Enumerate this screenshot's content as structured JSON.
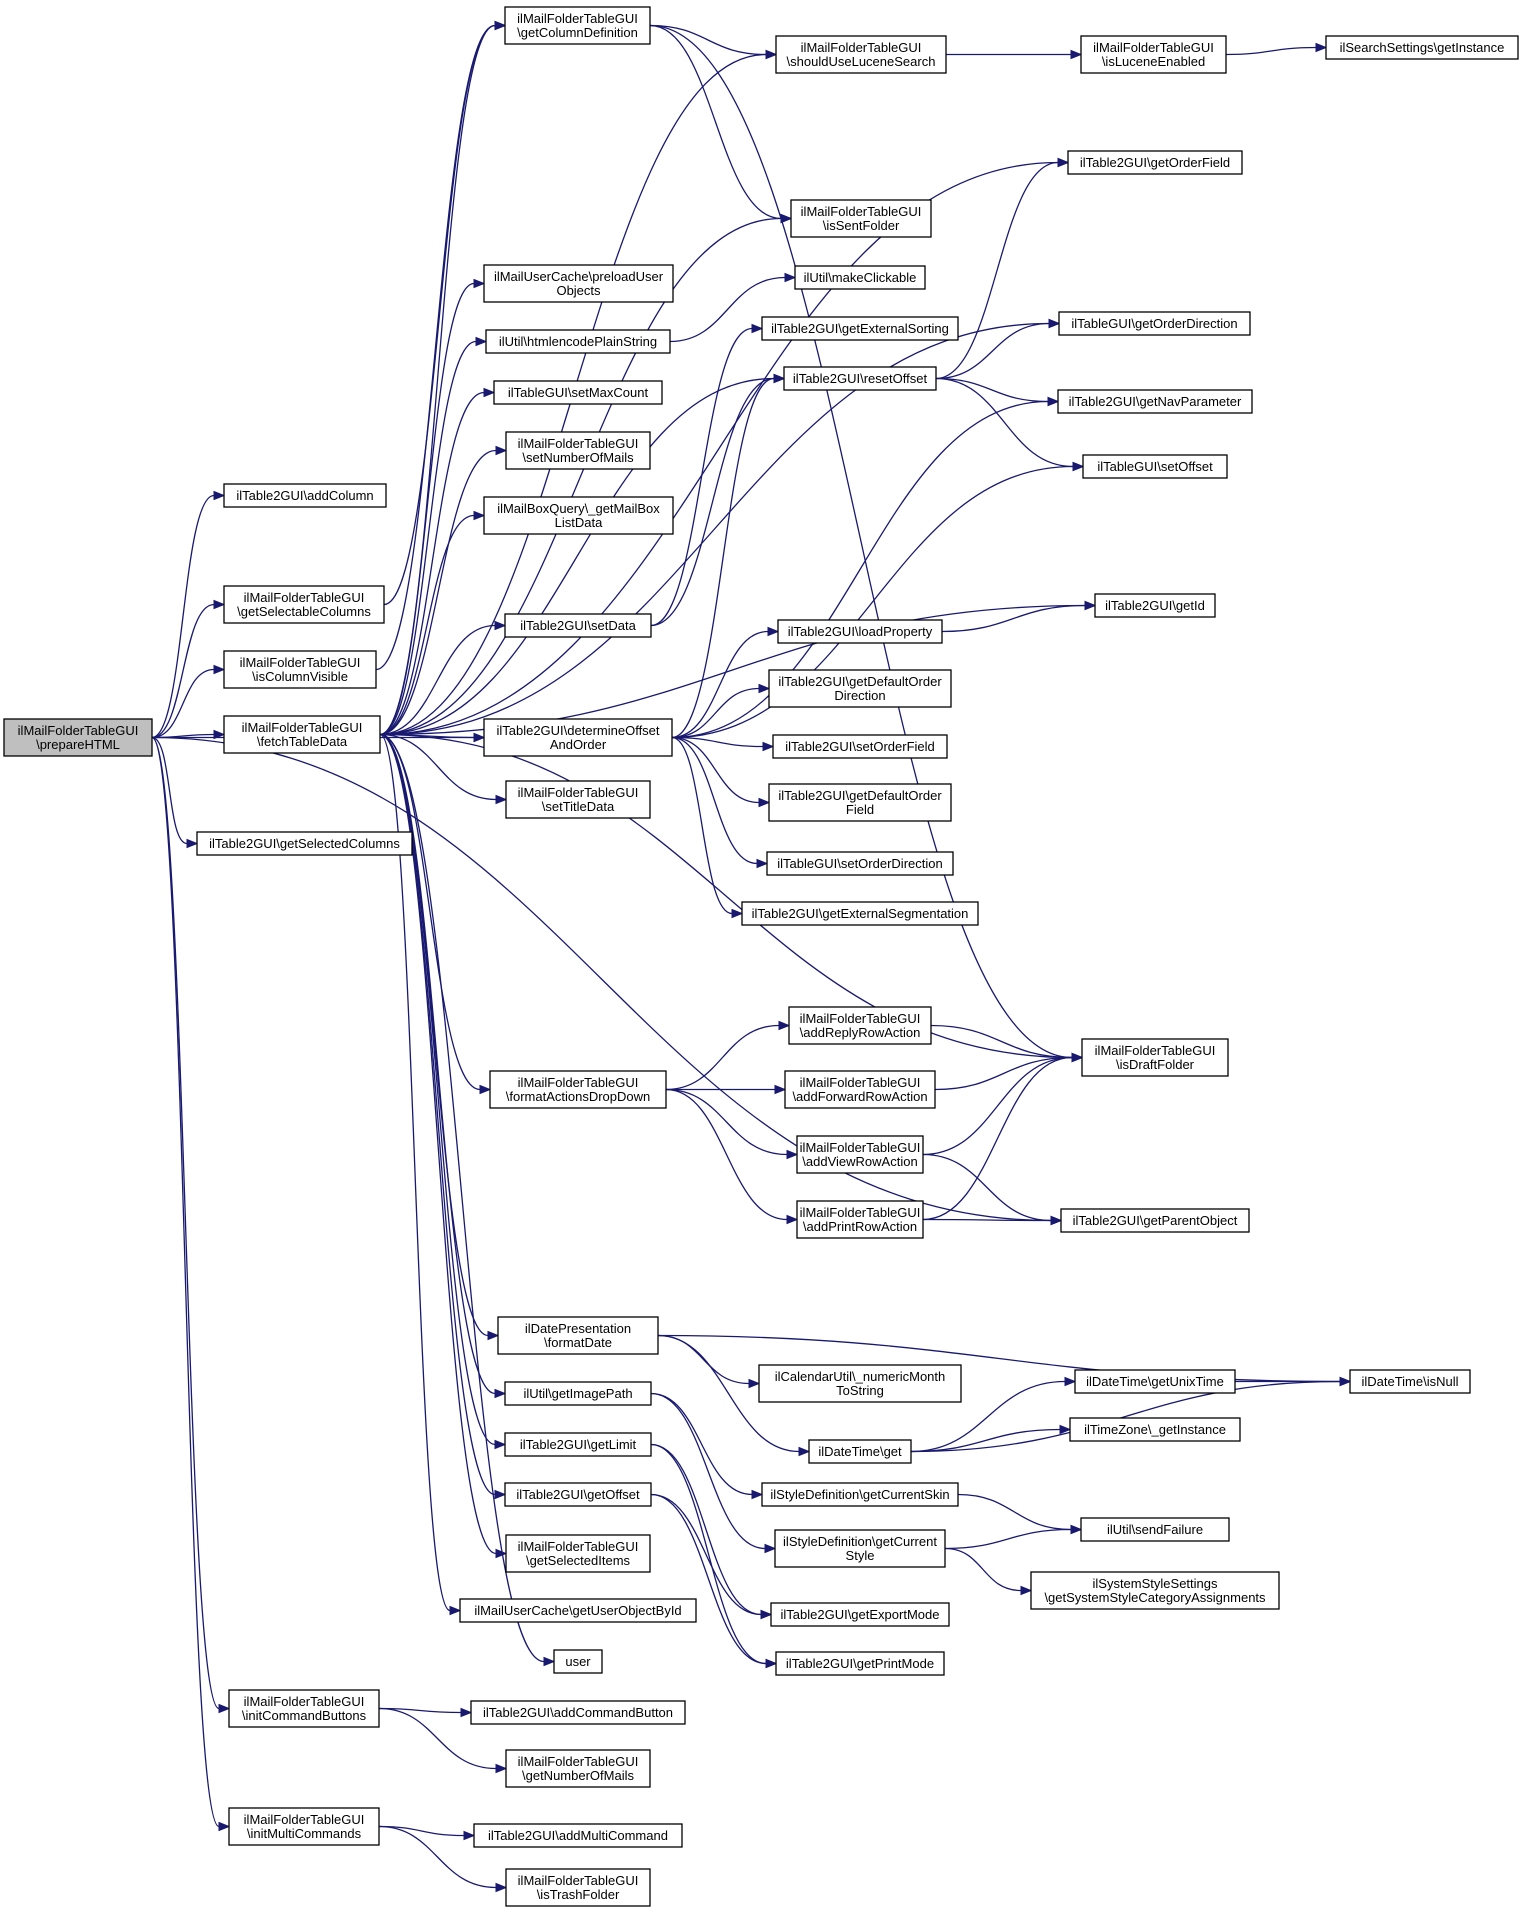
{
  "diagram": {
    "root": "n0",
    "nodes": [
      {
        "id": "n0",
        "lines": [
          "ilMailFolderTableGUI",
          "\\prepareHTML"
        ],
        "root": true
      },
      {
        "id": "n1",
        "lines": [
          "ilTable2GUI\\addColumn"
        ]
      },
      {
        "id": "n2",
        "lines": [
          "ilMailFolderTableGUI",
          "\\getSelectableColumns"
        ]
      },
      {
        "id": "n3",
        "lines": [
          "ilMailFolderTableGUI",
          "\\isColumnVisible"
        ]
      },
      {
        "id": "n4",
        "lines": [
          "ilMailFolderTableGUI",
          "\\fetchTableData"
        ]
      },
      {
        "id": "n5",
        "lines": [
          "ilTable2GUI\\getSelectedColumns"
        ]
      },
      {
        "id": "n6",
        "lines": [
          "ilMailFolderTableGUI",
          "\\initCommandButtons"
        ]
      },
      {
        "id": "n7",
        "lines": [
          "ilMailFolderTableGUI",
          "\\initMultiCommands"
        ]
      },
      {
        "id": "n8",
        "lines": [
          "ilMailFolderTableGUI",
          "\\getColumnDefinition"
        ]
      },
      {
        "id": "n9",
        "lines": [
          "ilMailUserCache\\preloadUser",
          "Objects"
        ]
      },
      {
        "id": "n10",
        "lines": [
          "ilUtil\\htmlencodePlainString"
        ]
      },
      {
        "id": "n11",
        "lines": [
          "ilTableGUI\\setMaxCount"
        ]
      },
      {
        "id": "n12",
        "lines": [
          "ilMailFolderTableGUI",
          "\\setNumberOfMails"
        ]
      },
      {
        "id": "n13",
        "lines": [
          "ilMailBoxQuery\\_getMailBox",
          "ListData"
        ]
      },
      {
        "id": "n14",
        "lines": [
          "ilTable2GUI\\setData"
        ]
      },
      {
        "id": "n15",
        "lines": [
          "ilTable2GUI\\determineOffset",
          "AndOrder"
        ]
      },
      {
        "id": "n16",
        "lines": [
          "ilMailFolderTableGUI",
          "\\setTitleData"
        ]
      },
      {
        "id": "n17",
        "lines": [
          "ilMailFolderTableGUI",
          "\\formatActionsDropDown"
        ]
      },
      {
        "id": "n18",
        "lines": [
          "ilDatePresentation",
          "\\formatDate"
        ]
      },
      {
        "id": "n19",
        "lines": [
          "ilUtil\\getImagePath"
        ]
      },
      {
        "id": "n20",
        "lines": [
          "ilTable2GUI\\getLimit"
        ]
      },
      {
        "id": "n21",
        "lines": [
          "ilTable2GUI\\getOffset"
        ]
      },
      {
        "id": "n22",
        "lines": [
          "ilMailFolderTableGUI",
          "\\getSelectedItems"
        ]
      },
      {
        "id": "n23",
        "lines": [
          "ilMailUserCache\\getUserObjectById"
        ]
      },
      {
        "id": "n24",
        "lines": [
          "user"
        ]
      },
      {
        "id": "n25",
        "lines": [
          "ilTable2GUI\\addCommandButton"
        ]
      },
      {
        "id": "n26",
        "lines": [
          "ilMailFolderTableGUI",
          "\\getNumberOfMails"
        ]
      },
      {
        "id": "n27",
        "lines": [
          "ilTable2GUI\\addMultiCommand"
        ]
      },
      {
        "id": "n28",
        "lines": [
          "ilMailFolderTableGUI",
          "\\isTrashFolder"
        ]
      },
      {
        "id": "n29",
        "lines": [
          "ilMailFolderTableGUI",
          "\\shouldUseLuceneSearch"
        ]
      },
      {
        "id": "n30",
        "lines": [
          "ilMailFolderTableGUI",
          "\\isSentFolder"
        ]
      },
      {
        "id": "n31",
        "lines": [
          "ilUtil\\makeClickable"
        ]
      },
      {
        "id": "n32",
        "lines": [
          "ilTable2GUI\\getExternalSorting"
        ]
      },
      {
        "id": "n33",
        "lines": [
          "ilTable2GUI\\resetOffset"
        ]
      },
      {
        "id": "n34",
        "lines": [
          "ilTable2GUI\\loadProperty"
        ]
      },
      {
        "id": "n35",
        "lines": [
          "ilTable2GUI\\getDefaultOrder",
          "Direction"
        ]
      },
      {
        "id": "n36",
        "lines": [
          "ilTable2GUI\\setOrderField"
        ]
      },
      {
        "id": "n37",
        "lines": [
          "ilTable2GUI\\getDefaultOrder",
          "Field"
        ]
      },
      {
        "id": "n38",
        "lines": [
          "ilTableGUI\\setOrderDirection"
        ]
      },
      {
        "id": "n39",
        "lines": [
          "ilTable2GUI\\getExternalSegmentation"
        ]
      },
      {
        "id": "n40",
        "lines": [
          "ilMailFolderTableGUI",
          "\\addReplyRowAction"
        ]
      },
      {
        "id": "n41",
        "lines": [
          "ilMailFolderTableGUI",
          "\\addForwardRowAction"
        ]
      },
      {
        "id": "n42",
        "lines": [
          "ilMailFolderTableGUI",
          "\\addViewRowAction"
        ]
      },
      {
        "id": "n43",
        "lines": [
          "ilMailFolderTableGUI",
          "\\addPrintRowAction"
        ]
      },
      {
        "id": "n44",
        "lines": [
          "ilCalendarUtil\\_numericMonth",
          "ToString"
        ]
      },
      {
        "id": "n45",
        "lines": [
          "ilDateTime\\get"
        ]
      },
      {
        "id": "n46",
        "lines": [
          "ilStyleDefinition\\getCurrentSkin"
        ]
      },
      {
        "id": "n47",
        "lines": [
          "ilStyleDefinition\\getCurrent",
          "Style"
        ]
      },
      {
        "id": "n48",
        "lines": [
          "ilTable2GUI\\getExportMode"
        ]
      },
      {
        "id": "n49",
        "lines": [
          "ilTable2GUI\\getPrintMode"
        ]
      },
      {
        "id": "n50",
        "lines": [
          "ilMailFolderTableGUI",
          "\\isLuceneEnabled"
        ]
      },
      {
        "id": "n51",
        "lines": [
          "ilTable2GUI\\getOrderField"
        ]
      },
      {
        "id": "n52",
        "lines": [
          "ilTableGUI\\getOrderDirection"
        ]
      },
      {
        "id": "n53",
        "lines": [
          "ilTable2GUI\\getNavParameter"
        ]
      },
      {
        "id": "n54",
        "lines": [
          "ilTableGUI\\setOffset"
        ]
      },
      {
        "id": "n55",
        "lines": [
          "ilTable2GUI\\getId"
        ]
      },
      {
        "id": "n56",
        "lines": [
          "ilMailFolderTableGUI",
          "\\isDraftFolder"
        ]
      },
      {
        "id": "n57",
        "lines": [
          "ilTable2GUI\\getParentObject"
        ]
      },
      {
        "id": "n58",
        "lines": [
          "ilDateTime\\getUnixTime"
        ]
      },
      {
        "id": "n59",
        "lines": [
          "ilTimeZone\\_getInstance"
        ]
      },
      {
        "id": "n60",
        "lines": [
          "ilUtil\\sendFailure"
        ]
      },
      {
        "id": "n61",
        "lines": [
          "ilSystemStyleSettings",
          "\\getSystemStyleCategoryAssignments"
        ]
      },
      {
        "id": "n62",
        "lines": [
          "ilSearchSettings\\getInstance"
        ]
      },
      {
        "id": "n63",
        "lines": [
          "ilDateTime\\isNull"
        ]
      }
    ],
    "edges": [
      [
        "n0",
        "n1"
      ],
      [
        "n0",
        "n2"
      ],
      [
        "n0",
        "n3"
      ],
      [
        "n0",
        "n4"
      ],
      [
        "n0",
        "n5"
      ],
      [
        "n0",
        "n6"
      ],
      [
        "n0",
        "n7"
      ],
      [
        "n0",
        "n15"
      ],
      [
        "n0",
        "n57"
      ],
      [
        "n2",
        "n8"
      ],
      [
        "n3",
        "n8"
      ],
      [
        "n4",
        "n8"
      ],
      [
        "n4",
        "n9"
      ],
      [
        "n4",
        "n10"
      ],
      [
        "n4",
        "n11"
      ],
      [
        "n4",
        "n12"
      ],
      [
        "n4",
        "n13"
      ],
      [
        "n4",
        "n14"
      ],
      [
        "n4",
        "n15"
      ],
      [
        "n4",
        "n16"
      ],
      [
        "n4",
        "n17"
      ],
      [
        "n4",
        "n18"
      ],
      [
        "n4",
        "n19"
      ],
      [
        "n4",
        "n20"
      ],
      [
        "n4",
        "n21"
      ],
      [
        "n4",
        "n22"
      ],
      [
        "n4",
        "n23"
      ],
      [
        "n4",
        "n24"
      ],
      [
        "n4",
        "n29"
      ],
      [
        "n4",
        "n30"
      ],
      [
        "n4",
        "n33"
      ],
      [
        "n4",
        "n51"
      ],
      [
        "n4",
        "n52"
      ],
      [
        "n4",
        "n56"
      ],
      [
        "n4",
        "n55"
      ],
      [
        "n6",
        "n25"
      ],
      [
        "n6",
        "n26"
      ],
      [
        "n7",
        "n27"
      ],
      [
        "n7",
        "n28"
      ],
      [
        "n8",
        "n29"
      ],
      [
        "n8",
        "n30"
      ],
      [
        "n8",
        "n56"
      ],
      [
        "n10",
        "n31"
      ],
      [
        "n14",
        "n32"
      ],
      [
        "n14",
        "n33"
      ],
      [
        "n15",
        "n33"
      ],
      [
        "n15",
        "n34"
      ],
      [
        "n15",
        "n35"
      ],
      [
        "n15",
        "n36"
      ],
      [
        "n15",
        "n37"
      ],
      [
        "n15",
        "n38"
      ],
      [
        "n15",
        "n39"
      ],
      [
        "n15",
        "n53"
      ],
      [
        "n15",
        "n54"
      ],
      [
        "n17",
        "n40"
      ],
      [
        "n17",
        "n41"
      ],
      [
        "n17",
        "n42"
      ],
      [
        "n17",
        "n43"
      ],
      [
        "n18",
        "n44"
      ],
      [
        "n18",
        "n45"
      ],
      [
        "n18",
        "n63"
      ],
      [
        "n19",
        "n46"
      ],
      [
        "n19",
        "n47"
      ],
      [
        "n20",
        "n48"
      ],
      [
        "n20",
        "n49"
      ],
      [
        "n21",
        "n48"
      ],
      [
        "n21",
        "n49"
      ],
      [
        "n29",
        "n50"
      ],
      [
        "n50",
        "n62"
      ],
      [
        "n33",
        "n51"
      ],
      [
        "n33",
        "n52"
      ],
      [
        "n33",
        "n53"
      ],
      [
        "n33",
        "n54"
      ],
      [
        "n34",
        "n55"
      ],
      [
        "n40",
        "n56"
      ],
      [
        "n41",
        "n56"
      ],
      [
        "n42",
        "n56"
      ],
      [
        "n42",
        "n57"
      ],
      [
        "n43",
        "n56"
      ],
      [
        "n43",
        "n57"
      ],
      [
        "n45",
        "n58"
      ],
      [
        "n45",
        "n59"
      ],
      [
        "n45",
        "n63"
      ],
      [
        "n58",
        "n63"
      ],
      [
        "n46",
        "n60"
      ],
      [
        "n47",
        "n60"
      ],
      [
        "n47",
        "n61"
      ]
    ]
  }
}
